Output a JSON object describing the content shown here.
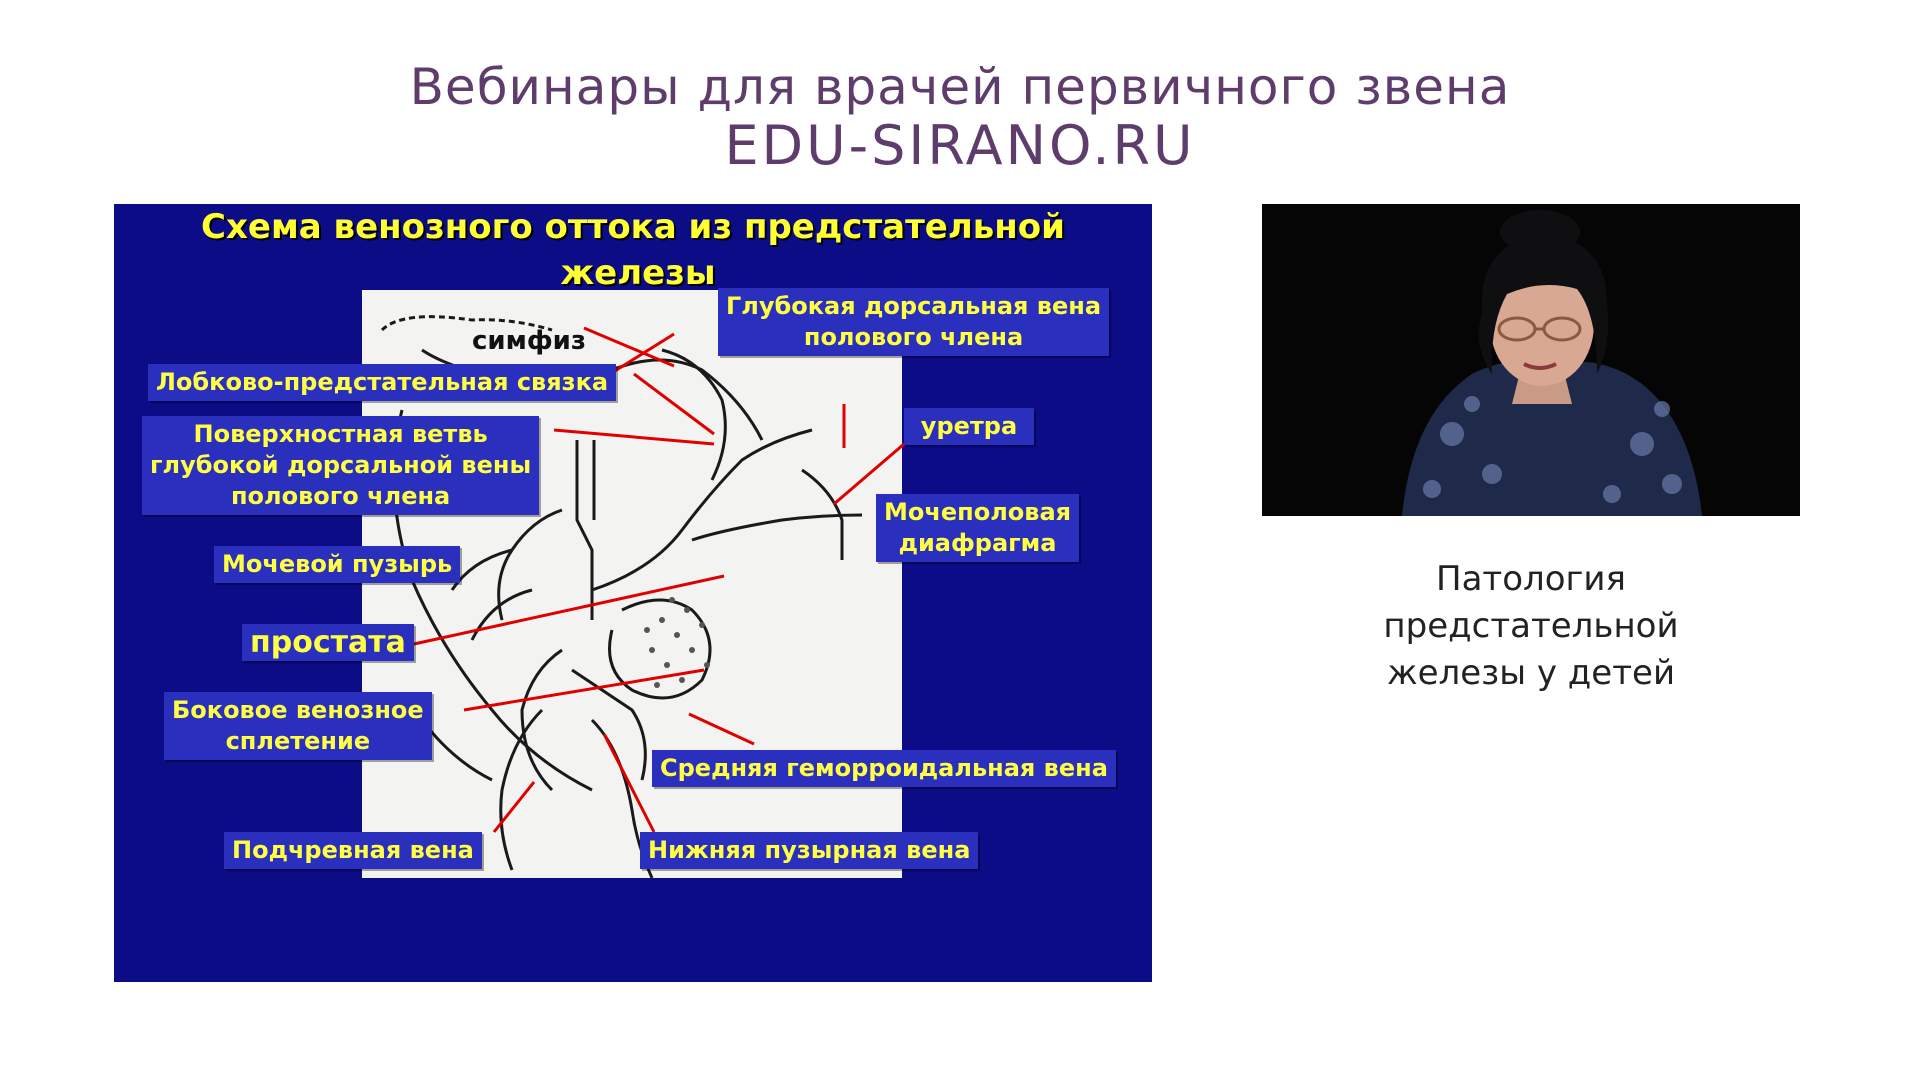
{
  "header": {
    "line1": "Вебинары для врачей первичного звена",
    "line2": "EDU-SIRANO.RU"
  },
  "slide": {
    "title_line1": "Схема венозного оттока из предстательной",
    "title_line2": "железы",
    "figure_label": "симфиз",
    "labels": {
      "deep_dorsal_vein": [
        "Глубокая дорсальная вена",
        "полового члена"
      ],
      "pubo_prostatic_ligament": "Лобково-предстательная связка",
      "superficial_branch": [
        "Поверхностная ветвь",
        "глубокой дорсальной вены",
        "полового члена"
      ],
      "urethra": "уретра",
      "urogenital_diaphragm": [
        "Мочеполовая",
        "диафрагма"
      ],
      "bladder": "Мочевой пузырь",
      "prostate": "простата",
      "lateral_plexus": [
        "Боковое венозное",
        "сплетение"
      ],
      "middle_rectal_vein": "Средняя геморроидальная вена",
      "hypogastric_vein": "Подчревная вена",
      "inferior_vesical_vein": "Нижняя пузырная вена"
    },
    "colors": {
      "background": "#0c0c86",
      "label_bg": "#2a30bd",
      "label_text": "#ffff44",
      "title": "#ffff33",
      "pointer": "#e00000"
    }
  },
  "speaker": {
    "icon": "speaker-video-feed"
  },
  "caption": [
    "Патология",
    "предстательной",
    "железы у детей"
  ]
}
